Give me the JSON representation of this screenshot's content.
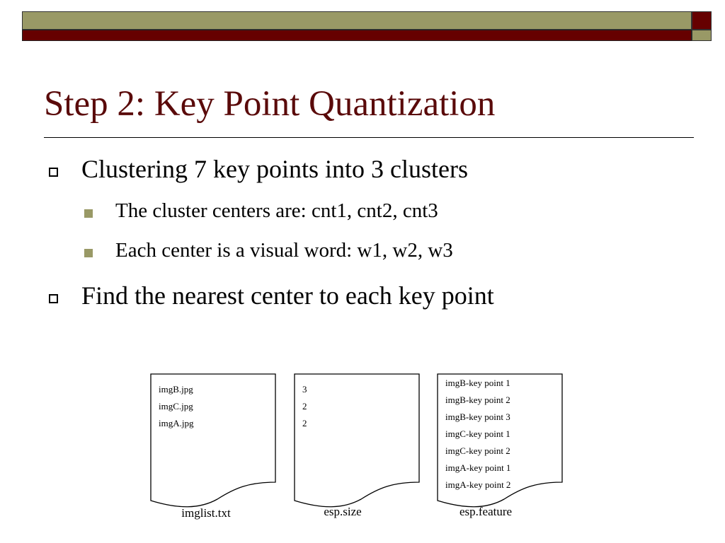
{
  "title": "Step 2: Key Point Quantization",
  "bullets": [
    {
      "text": "Clustering 7 key points into 3 clusters",
      "sub": [
        "The cluster centers are: cnt1, cnt2, cnt3",
        "Each center is a visual word: w1, w2, w3"
      ]
    },
    {
      "text": "Find the nearest center to each key point"
    }
  ],
  "files": [
    {
      "name": "imglist.txt",
      "lines": [
        "imgB.jpg",
        "imgC.jpg",
        "imgA.jpg"
      ]
    },
    {
      "name": "esp.size",
      "lines": [
        "3",
        "2",
        "2"
      ]
    },
    {
      "name": "esp.feature",
      "lines": [
        "imgB-key point 1",
        "imgB-key point 2",
        "imgB-key point 3",
        "imgC-key point 1",
        "imgC-key point 2",
        "imgA-key point 1",
        "imgA-key point 2"
      ]
    }
  ]
}
